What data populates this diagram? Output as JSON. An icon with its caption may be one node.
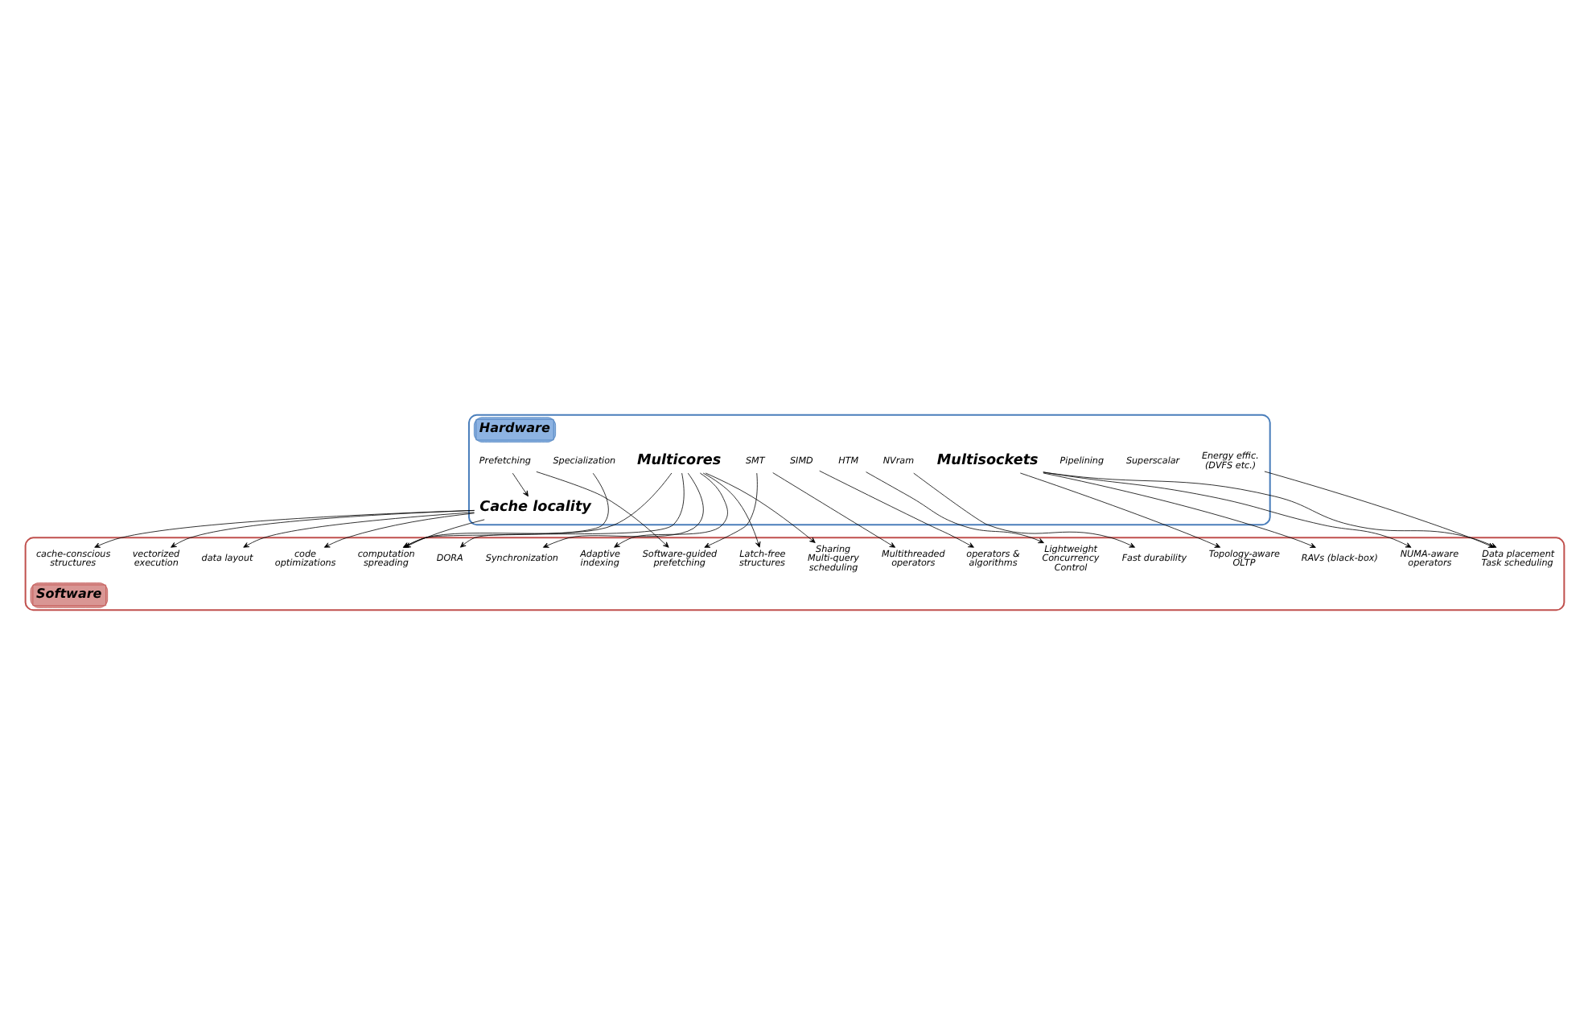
{
  "diagram": {
    "nodes": [
      {
        "text": [
          "Hardware"
        ]
      },
      {
        "text": [
          "Prefetching"
        ],
        "in": 0
      },
      {
        "text": [
          "Superscalar"
        ],
        "in": 0
      },
      {
        "text": [
          "Pipelining"
        ],
        "in": 0
      },
      {
        "text": [
          "Specialization"
        ],
        "in": 0
      },
      {
        "text": [
          "Cache locality"
        ],
        "in": 0
      },
      {
        "text": [
          "Multicores"
        ],
        "in": 0
      },
      {
        "text": [
          "SIMD"
        ],
        "in": 0
      },
      {
        "text": [
          "SMT"
        ],
        "in": 0
      },
      {
        "text": [
          "HTM"
        ],
        "in": 0
      },
      {
        "text": [
          "NVram"
        ],
        "in": 0
      },
      {
        "text": [
          "Multisockets"
        ],
        "in": 0
      },
      {
        "text": [
          "Energy effic. (DVFS etc.)"
        ],
        "in": 0
      },
      {
        "text": [
          "Software"
        ]
      },
      {
        "text": [
          "Multithreaded operators"
        ],
        "in": 13
      },
      {
        "text": [
          "computation spreading"
        ],
        "in": 13
      },
      {
        "text": [
          "code optimizations"
        ],
        "in": 13
      },
      {
        "text": [
          "Software-guided prefetching"
        ],
        "in": 13
      },
      {
        "text": [
          "vectorized execution"
        ],
        "in": 13
      },
      {
        "text": [
          "cache-conscious structures"
        ],
        "in": 13
      },
      {
        "text": [
          "data layout"
        ],
        "in": 13
      },
      {
        "text": [
          "operators & algorithms"
        ],
        "in": 13
      },
      {
        "text": [
          "Fast durability"
        ],
        "in": 13
      },
      {
        "text": [
          "Lightweight Concurrency Control"
        ],
        "in": 13
      },
      {
        "text": [
          "Data placement Task scheduling"
        ],
        "in": 13
      },
      {
        "text": [
          "Topology-aware OLTP"
        ],
        "in": 13
      },
      {
        "text": [
          "RAVs (black-box)"
        ],
        "in": 13
      },
      {
        "text": [
          "NUMA-aware operators"
        ],
        "in": 13
      },
      {
        "text": [
          "DORA"
        ],
        "in": 13
      },
      {
        "text": [
          "Synchronization"
        ],
        "in": 13
      },
      {
        "text": [
          "Adaptive indexing"
        ],
        "in": 13
      },
      {
        "text": [
          "Latch-free structures"
        ],
        "in": 13
      },
      {
        "text": [
          "Sharing Multi-query scheduling"
        ],
        "in": 13
      }
    ],
    "edges": [
      {
        "from": 1,
        "to": 5,
        "arrow": "to"
      },
      {
        "from": 1,
        "to": 17,
        "arrow": "to"
      },
      {
        "from": 8,
        "to": 14,
        "arrow": "to"
      },
      {
        "from": 8,
        "to": 17,
        "arrow": "to"
      },
      {
        "from": 7,
        "to": 21,
        "arrow": "to"
      },
      {
        "from": 4,
        "to": 15,
        "arrow": "to"
      },
      {
        "from": 6,
        "to": 15,
        "arrow": "to"
      },
      {
        "from": 5,
        "to": 15,
        "arrow": "to"
      },
      {
        "from": 5,
        "to": 16,
        "arrow": "to"
      },
      {
        "from": 5,
        "to": 18,
        "arrow": "to"
      },
      {
        "from": 5,
        "to": 19,
        "arrow": "to"
      },
      {
        "from": 5,
        "to": 20,
        "arrow": "to"
      },
      {
        "from": 9,
        "to": 23,
        "arrow": "to"
      },
      {
        "from": 10,
        "to": 22,
        "arrow": "to"
      },
      {
        "from": 11,
        "to": 24,
        "arrow": "to"
      },
      {
        "from": 11,
        "to": 25,
        "arrow": "to"
      },
      {
        "from": 11,
        "to": 26,
        "arrow": "to"
      },
      {
        "from": 11,
        "to": 27,
        "arrow": "to"
      },
      {
        "from": 12,
        "to": 24,
        "arrow": "to"
      },
      {
        "from": 6,
        "to": 28,
        "arrow": "to"
      },
      {
        "from": 6,
        "to": 29,
        "arrow": "to"
      },
      {
        "from": 6,
        "to": 30,
        "arrow": "to"
      },
      {
        "from": 6,
        "to": 31,
        "arrow": "to"
      },
      {
        "from": 6,
        "to": 32,
        "arrow": "to"
      }
    ]
  }
}
